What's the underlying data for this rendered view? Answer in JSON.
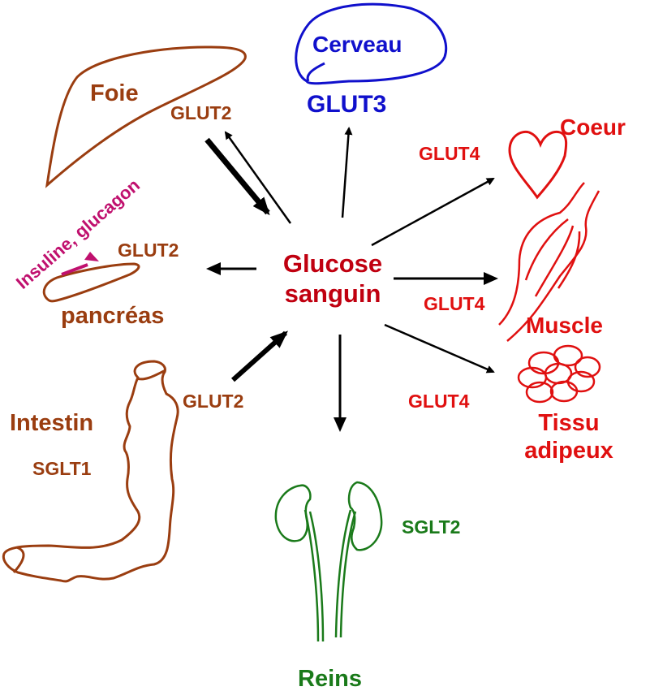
{
  "title": "Transport du glucose sanguin",
  "colors": {
    "brown": "#9a3d10",
    "blue": "#1010cc",
    "red": "#e01010",
    "dark_red": "#c00010",
    "green": "#1a7a1a",
    "magenta": "#c0106e",
    "arrow": "#000000"
  },
  "center": {
    "line1": "Glucose",
    "line2": "sanguin"
  },
  "organs": {
    "liver": {
      "name": "Foie",
      "transporter": "GLUT2"
    },
    "brain": {
      "name": "Cerveau",
      "transporter": "GLUT3"
    },
    "heart": {
      "name": "Coeur",
      "transporter": "GLUT4"
    },
    "muscle": {
      "name": "Muscle",
      "transporter": "GLUT4"
    },
    "adipose": {
      "name_line1": "Tissu",
      "name_line2": "adipeux",
      "transporter": "GLUT4"
    },
    "pancreas": {
      "name": "pancréas",
      "transporter": "GLUT2",
      "hormones": "Insuline, glucagon"
    },
    "intestine": {
      "name": "Intestin",
      "transporter_in": "SGLT1",
      "transporter_out": "GLUT2"
    },
    "kidney": {
      "name": "Reins",
      "transporter": "SGLT2"
    }
  }
}
